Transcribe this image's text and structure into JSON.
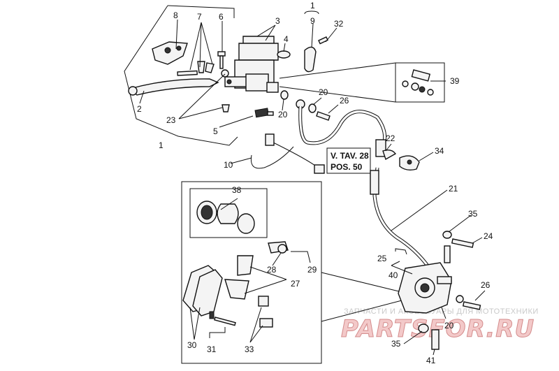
{
  "callouts": {
    "n1": "1",
    "n1b": "1",
    "n2": "2",
    "n3": "3",
    "n4": "4",
    "n5": "5",
    "n6": "6",
    "n7": "7",
    "n8": "8",
    "n9": "9",
    "n10": "10",
    "n20a": "20",
    "n20b": "20",
    "n20c": "20",
    "n21": "21",
    "n22": "22",
    "n23": "23",
    "n24": "24",
    "n25": "25",
    "n26a": "26",
    "n26b": "26",
    "n27": "27",
    "n28": "28",
    "n29": "29",
    "n30": "30",
    "n31": "31",
    "n32": "32",
    "n33": "33",
    "n34": "34",
    "n35a": "35",
    "n35b": "35",
    "n38": "38",
    "n39": "39",
    "n40": "40",
    "n41": "41"
  },
  "reference_note": {
    "line1": "V. TAV. 28",
    "line2": "POS. 50"
  },
  "watermark": {
    "tagline": "ЗАПЧАСТИ И АКСЕССУАРЫ ДЛЯ МОТОТЕХНИКИ",
    "logo": "PARTSFOR.RU"
  },
  "colors": {
    "ink": "#111111",
    "watermark_logo": "#f3c9c9"
  }
}
